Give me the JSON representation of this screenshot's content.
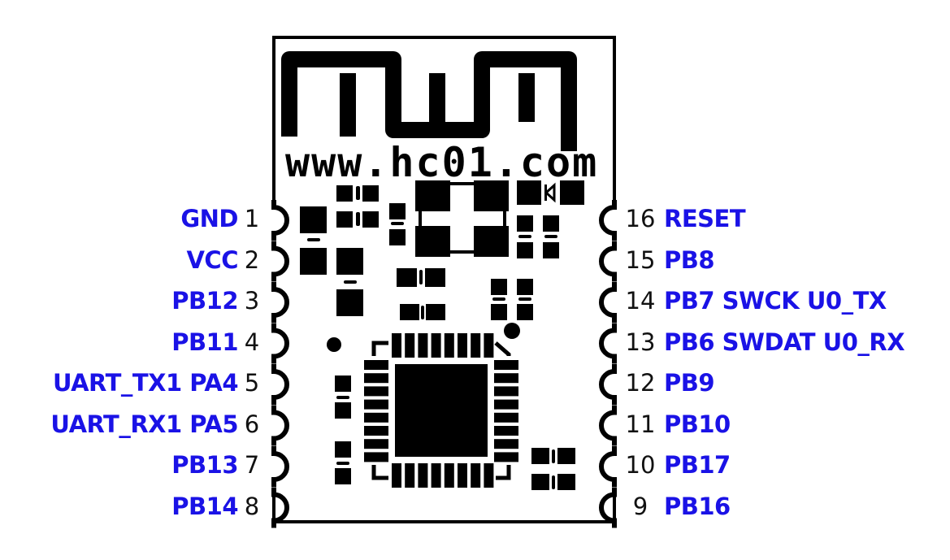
{
  "module": {
    "logo_url_text": "www.hc01.com",
    "colors": {
      "label": "#1a12e6",
      "silkscreen": "#000000",
      "board": "#ffffff",
      "number": "#111111"
    }
  },
  "left_pins": [
    {
      "number": "1",
      "label": "GND"
    },
    {
      "number": "2",
      "label": "VCC"
    },
    {
      "number": "3",
      "label": "PB12"
    },
    {
      "number": "4",
      "label": "PB11"
    },
    {
      "number": "5",
      "label": "UART_TX1 PA4"
    },
    {
      "number": "6",
      "label": "UART_RX1 PA5"
    },
    {
      "number": "7",
      "label": "PB13"
    },
    {
      "number": "8",
      "label": "PB14"
    }
  ],
  "right_pins": [
    {
      "number": "16",
      "label": "RESET"
    },
    {
      "number": "15",
      "label": "PB8"
    },
    {
      "number": "14",
      "label": "PB7 SWCK U0_TX"
    },
    {
      "number": "13",
      "label": "PB6 SWDAT U0_RX"
    },
    {
      "number": "12",
      "label": "PB9"
    },
    {
      "number": "11",
      "label": "PB10"
    },
    {
      "number": "10",
      "label": "PB17"
    },
    {
      "number": "9",
      "label": "PB16"
    }
  ]
}
